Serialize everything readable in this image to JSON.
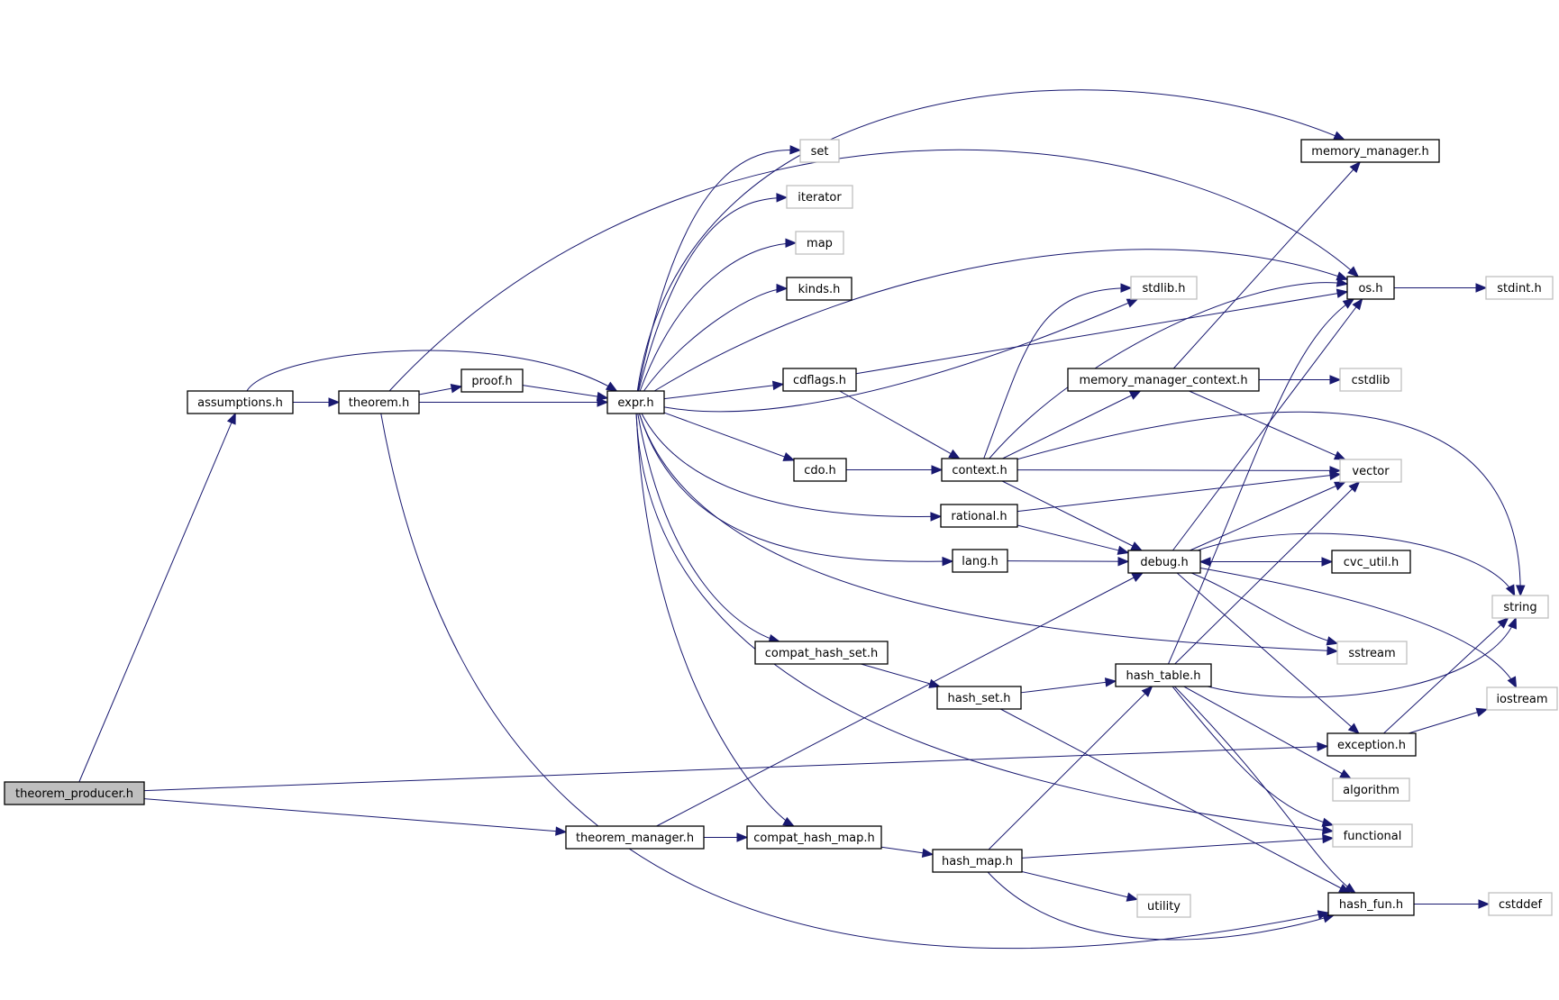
{
  "graph": {
    "type": "include-dependency-graph",
    "colors": {
      "edge": "#191970",
      "node_border": "#000000",
      "external_border": "#bfbfbf",
      "root_fill": "#bfbfbf",
      "fill": "#ffffff"
    },
    "nodes": [
      {
        "id": "theorem_producer",
        "label": "theorem_producer.h",
        "kind": "root"
      },
      {
        "id": "assumptions",
        "label": "assumptions.h",
        "kind": "file"
      },
      {
        "id": "theorem",
        "label": "theorem.h",
        "kind": "file"
      },
      {
        "id": "proof",
        "label": "proof.h",
        "kind": "file"
      },
      {
        "id": "expr",
        "label": "expr.h",
        "kind": "file"
      },
      {
        "id": "set",
        "label": "set",
        "kind": "external"
      },
      {
        "id": "iterator",
        "label": "iterator",
        "kind": "external"
      },
      {
        "id": "map",
        "label": "map",
        "kind": "external"
      },
      {
        "id": "kinds",
        "label": "kinds.h",
        "kind": "file"
      },
      {
        "id": "cdflags",
        "label": "cdflags.h",
        "kind": "file"
      },
      {
        "id": "cdo",
        "label": "cdo.h",
        "kind": "file"
      },
      {
        "id": "context",
        "label": "context.h",
        "kind": "file"
      },
      {
        "id": "rational",
        "label": "rational.h",
        "kind": "file"
      },
      {
        "id": "lang",
        "label": "lang.h",
        "kind": "file"
      },
      {
        "id": "compat_hash_set",
        "label": "compat_hash_set.h",
        "kind": "file"
      },
      {
        "id": "hash_set",
        "label": "hash_set.h",
        "kind": "file"
      },
      {
        "id": "hash_table",
        "label": "hash_table.h",
        "kind": "file"
      },
      {
        "id": "theorem_manager",
        "label": "theorem_manager.h",
        "kind": "file"
      },
      {
        "id": "compat_hash_map",
        "label": "compat_hash_map.h",
        "kind": "file"
      },
      {
        "id": "hash_map",
        "label": "hash_map.h",
        "kind": "file"
      },
      {
        "id": "utility",
        "label": "utility",
        "kind": "external"
      },
      {
        "id": "memory_manager",
        "label": "memory_manager.h",
        "kind": "file"
      },
      {
        "id": "stdlib",
        "label": "stdlib.h",
        "kind": "external"
      },
      {
        "id": "memory_manager_context",
        "label": "memory_manager_context.h",
        "kind": "file"
      },
      {
        "id": "debug",
        "label": "debug.h",
        "kind": "file"
      },
      {
        "id": "os",
        "label": "os.h",
        "kind": "file"
      },
      {
        "id": "stdint",
        "label": "stdint.h",
        "kind": "external"
      },
      {
        "id": "cstdlib",
        "label": "cstdlib",
        "kind": "external"
      },
      {
        "id": "vector",
        "label": "vector",
        "kind": "external"
      },
      {
        "id": "cvc_util",
        "label": "cvc_util.h",
        "kind": "file"
      },
      {
        "id": "sstream",
        "label": "sstream",
        "kind": "external"
      },
      {
        "id": "string",
        "label": "string",
        "kind": "external"
      },
      {
        "id": "iostream",
        "label": "iostream",
        "kind": "external"
      },
      {
        "id": "exception",
        "label": "exception.h",
        "kind": "file"
      },
      {
        "id": "algorithm",
        "label": "algorithm",
        "kind": "external"
      },
      {
        "id": "functional",
        "label": "functional",
        "kind": "file-grey"
      },
      {
        "id": "hash_fun",
        "label": "hash_fun.h",
        "kind": "file"
      },
      {
        "id": "cstddef",
        "label": "cstddef",
        "kind": "external"
      }
    ],
    "edges": [
      [
        "theorem_producer",
        "assumptions"
      ],
      [
        "theorem_producer",
        "exception"
      ],
      [
        "theorem_producer",
        "theorem_manager"
      ],
      [
        "assumptions",
        "theorem"
      ],
      [
        "assumptions",
        "expr"
      ],
      [
        "theorem",
        "proof"
      ],
      [
        "theorem",
        "expr"
      ],
      [
        "theorem",
        "os"
      ],
      [
        "theorem",
        "hash_fun"
      ],
      [
        "proof",
        "expr"
      ],
      [
        "expr",
        "set"
      ],
      [
        "expr",
        "iterator"
      ],
      [
        "expr",
        "map"
      ],
      [
        "expr",
        "kinds"
      ],
      [
        "expr",
        "cdflags"
      ],
      [
        "expr",
        "cdo"
      ],
      [
        "expr",
        "rational"
      ],
      [
        "expr",
        "lang"
      ],
      [
        "expr",
        "compat_hash_set"
      ],
      [
        "expr",
        "compat_hash_map"
      ],
      [
        "expr",
        "memory_manager"
      ],
      [
        "expr",
        "os"
      ],
      [
        "expr",
        "stdlib"
      ],
      [
        "expr",
        "sstream"
      ],
      [
        "expr",
        "functional"
      ],
      [
        "cdflags",
        "os"
      ],
      [
        "cdflags",
        "context"
      ],
      [
        "cdo",
        "context"
      ],
      [
        "context",
        "memory_manager_context"
      ],
      [
        "context",
        "stdlib"
      ],
      [
        "context",
        "os"
      ],
      [
        "context",
        "vector"
      ],
      [
        "context",
        "string"
      ],
      [
        "context",
        "debug"
      ],
      [
        "rational",
        "vector"
      ],
      [
        "rational",
        "debug"
      ],
      [
        "lang",
        "debug"
      ],
      [
        "memory_manager_context",
        "memory_manager"
      ],
      [
        "memory_manager_context",
        "cstdlib"
      ],
      [
        "memory_manager_context",
        "vector"
      ],
      [
        "debug",
        "os"
      ],
      [
        "debug",
        "vector"
      ],
      [
        "debug",
        "cvc_util"
      ],
      [
        "debug",
        "string"
      ],
      [
        "debug",
        "sstream"
      ],
      [
        "debug",
        "iostream"
      ],
      [
        "debug",
        "exception"
      ],
      [
        "cvc_util",
        "debug"
      ],
      [
        "compat_hash_set",
        "hash_set"
      ],
      [
        "hash_set",
        "hash_table"
      ],
      [
        "hash_set",
        "hash_fun"
      ],
      [
        "hash_table",
        "os"
      ],
      [
        "hash_table",
        "vector"
      ],
      [
        "hash_table",
        "string"
      ],
      [
        "hash_table",
        "algorithm"
      ],
      [
        "hash_table",
        "functional"
      ],
      [
        "hash_table",
        "hash_fun"
      ],
      [
        "theorem_manager",
        "compat_hash_map"
      ],
      [
        "theorem_manager",
        "debug"
      ],
      [
        "compat_hash_map",
        "hash_map"
      ],
      [
        "hash_map",
        "hash_table"
      ],
      [
        "hash_map",
        "utility"
      ],
      [
        "hash_map",
        "functional"
      ],
      [
        "hash_map",
        "hash_fun"
      ],
      [
        "exception",
        "string"
      ],
      [
        "exception",
        "iostream"
      ],
      [
        "os",
        "stdint"
      ],
      [
        "hash_fun",
        "cstddef"
      ]
    ]
  }
}
